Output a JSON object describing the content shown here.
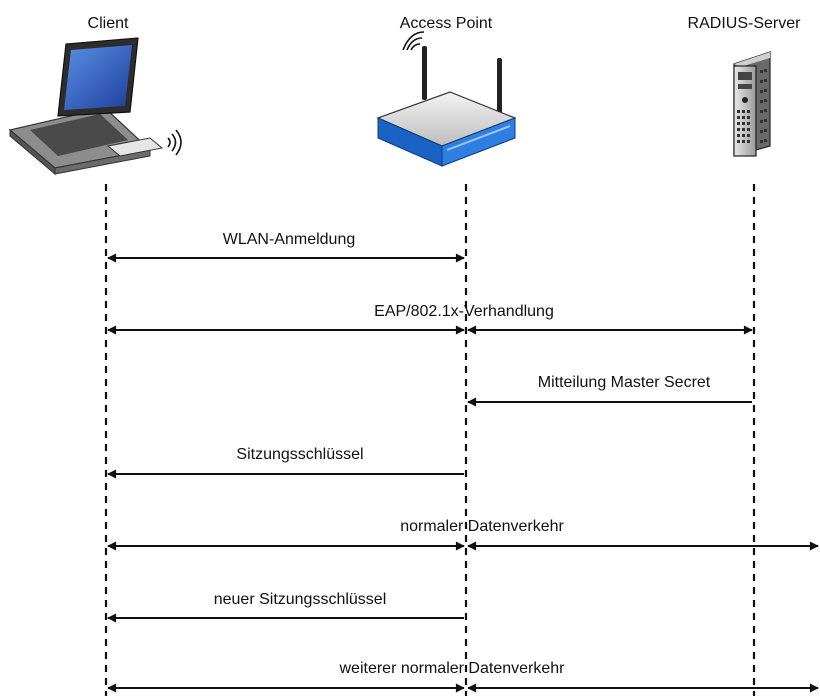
{
  "participants": {
    "client": {
      "label": "Client",
      "icon": "laptop-icon"
    },
    "access_point": {
      "label": "Access Point",
      "icon": "router-icon"
    },
    "radius_server": {
      "label": "RADIUS-Server",
      "icon": "server-tower-icon"
    }
  },
  "messages": [
    {
      "label": "WLAN-Anmeldung",
      "from": "client",
      "to": "access_point",
      "direction": "both"
    },
    {
      "label": "EAP/802.1x-Verhandlung",
      "from": "client",
      "to": "radius_server",
      "direction": "both"
    },
    {
      "label": "Mitteilung Master Secret",
      "from": "radius_server",
      "to": "access_point",
      "direction": "to"
    },
    {
      "label": "Sitzungsschlüssel",
      "from": "access_point",
      "to": "client",
      "direction": "to"
    },
    {
      "label": "normaler Datenverkehr",
      "from": "client",
      "to": "beyond",
      "direction": "both"
    },
    {
      "label": "neuer Sitzungsschlüssel",
      "from": "access_point",
      "to": "client",
      "direction": "to"
    },
    {
      "label": "weiterer normaler Datenverkehr",
      "from": "client",
      "to": "beyond",
      "direction": "both"
    }
  ],
  "colors": {
    "line": "#111111",
    "device_blue": "#1f6fd1",
    "screen_blue": "#2b5fc9"
  }
}
